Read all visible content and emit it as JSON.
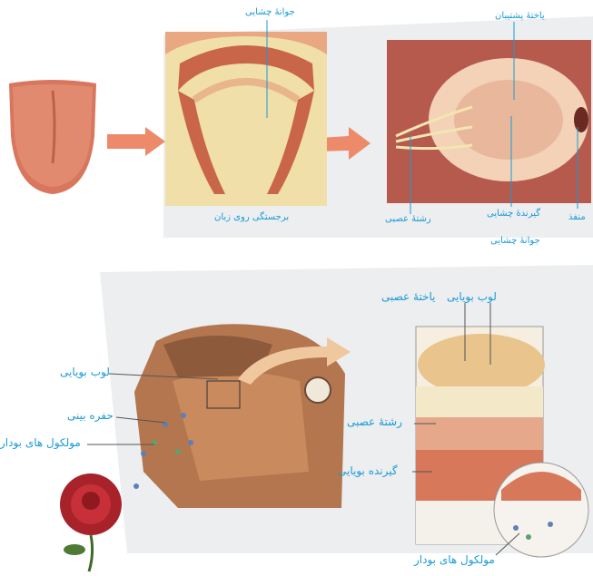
{
  "top_panel": {
    "labels": {
      "taste_bud_top": "جوانهٔ چشایی",
      "supporting_cell": "یاختهٔ پشتیبان",
      "papilla": "برجستگی روی زبان",
      "nerve_fiber": "رشتهٔ عصبی",
      "taste_receptor": "گیرندهٔ چشایی",
      "taste_bud_bottom": "جوانهٔ چشایی",
      "pore": "منفذ"
    }
  },
  "bottom_panel": {
    "labels": {
      "olfactory_lobe_left": "لوب بویایی",
      "nasal_cavity": "حفره بینی",
      "odor_molecules_left": "مولکول های بودار",
      "neuron": "یاختهٔ عصبی",
      "olfactory_lobe_right": "لوب بویایی",
      "nerve_fiber": "رشتهٔ عصبی",
      "olfactory_receptor": "گیرنده بویایی",
      "odor_molecules_right": "مولکول های بودار"
    }
  },
  "colors": {
    "label_blue": "#1a9ad6",
    "arrow_salmon": "#ec8a6a",
    "panel_gray": "#eceef0"
  }
}
